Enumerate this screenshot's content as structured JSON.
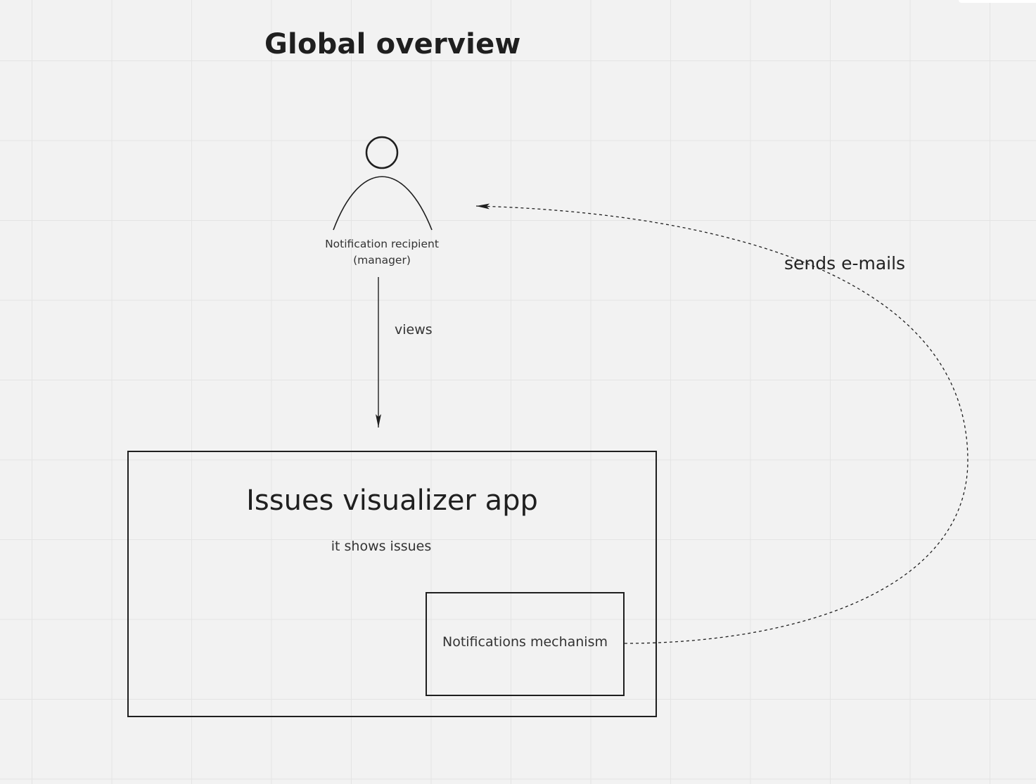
{
  "diagram": {
    "title": "Global overview",
    "actor": {
      "icon": "person-icon",
      "label_line1": "Notification recipient",
      "label_line2": "(manager)"
    },
    "edges": {
      "views": "views",
      "sends": "sends e-mails"
    },
    "app": {
      "title": "Issues visualizer app",
      "subtitle": "it shows issues"
    },
    "component": {
      "label": "Notifications mechanism"
    }
  },
  "colors": {
    "canvas": "#f2f2f2",
    "grid": "#e4e4e4",
    "ink": "#1f1f1f"
  }
}
